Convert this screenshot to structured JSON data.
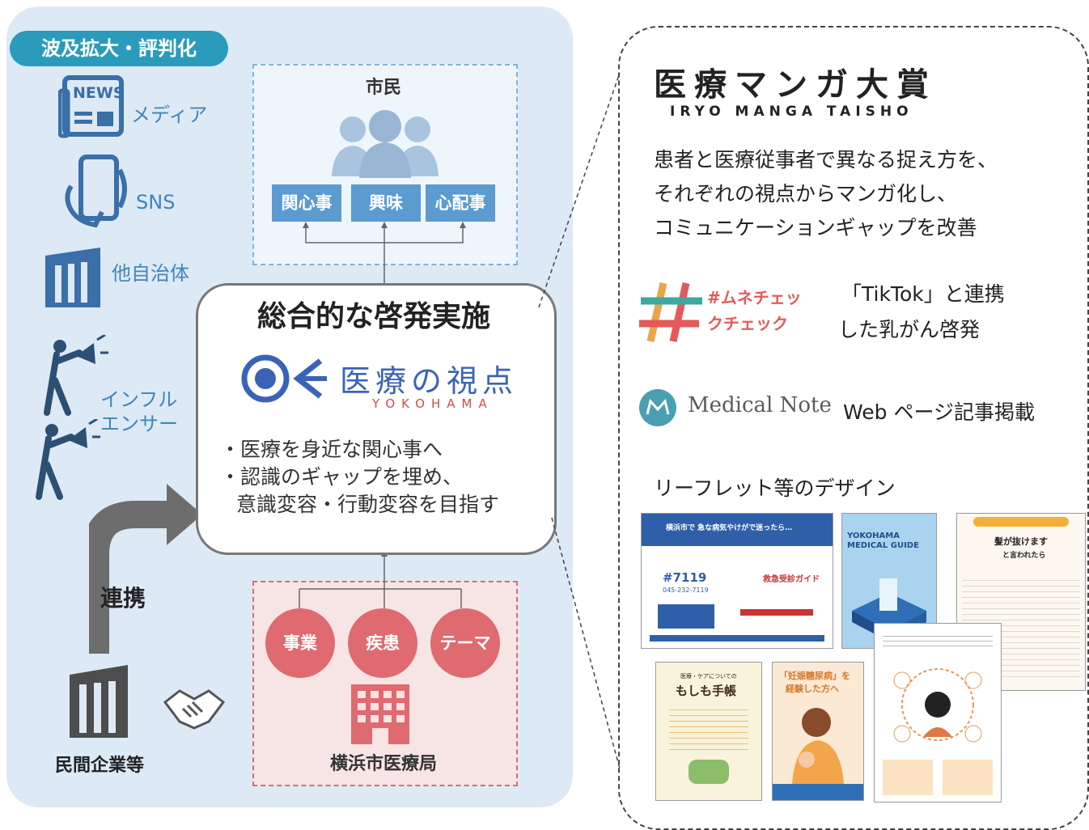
{
  "left": {
    "header": "波及拡大・評判化",
    "channels": [
      {
        "label": "メディア",
        "icon": "newspaper-icon",
        "badge": "NEWS"
      },
      {
        "label": "SNS",
        "icon": "smartphone-hand-icon"
      },
      {
        "label": "他自治体",
        "icon": "building-icon"
      },
      {
        "label": "インフルエンサー",
        "line1": "インフル",
        "line2": "エンサー",
        "icon": "megaphone-person-icon"
      }
    ],
    "partner_arrow": "連携",
    "partner_label": "民間企業等"
  },
  "citizens": {
    "title": "市民",
    "tags": [
      "関心事",
      "興味",
      "心配事"
    ]
  },
  "center": {
    "title": "総合的な啓発実施",
    "logo_text": "医療の視点",
    "logo_sub": "YOKOHAMA",
    "bullets": [
      "・医療を身近な関心事へ",
      "・認識のギャップを埋め、",
      "意識変容・行動変容を目指す"
    ]
  },
  "bureau": {
    "circles": [
      "事業",
      "疾患",
      "テーマ"
    ],
    "label": "横浜市医療局"
  },
  "right": {
    "manga_title": "医療マンガ大賞",
    "manga_sub": "IRYO MANGA TAISHO",
    "manga_desc": [
      "患者と医療従事者で異なる捉え方を、",
      "それぞれの視点からマンガ化し、",
      "コミュニケーションギャップを改善"
    ],
    "tiktok_logo": "#ムネチェックチェック",
    "tiktok_text": [
      "「TikTok」と連携",
      "した乳がん啓発"
    ],
    "medicalnote_logo": "Medical Note",
    "medicalnote_text": "Web ページ記事掲載",
    "leaflet_heading": "リーフレット等のデザイン",
    "leaflets": [
      {
        "title": "横浜市で 急な病気やけがで迷ったら…",
        "sub": "救急受診ガイド",
        "number": "#7119",
        "phone": "045-232-7119"
      },
      {
        "title": "YOKOHAMA MEDICAL GUIDE"
      },
      {
        "title": "髪が抜けます",
        "sub": "と言われたら"
      },
      {
        "title": "もしも手帳",
        "sub": "医療・ケアについての"
      },
      {
        "title": "「妊娠糖尿病」を",
        "sub": "経験した方へ"
      },
      {
        "title": ""
      }
    ]
  },
  "colors": {
    "panel": "#dde9f5",
    "accent_teal": "#2a9bbb",
    "tag_blue": "#5b9bd0",
    "circle_red": "#df6a70",
    "logo_blue": "#3a63b8"
  }
}
